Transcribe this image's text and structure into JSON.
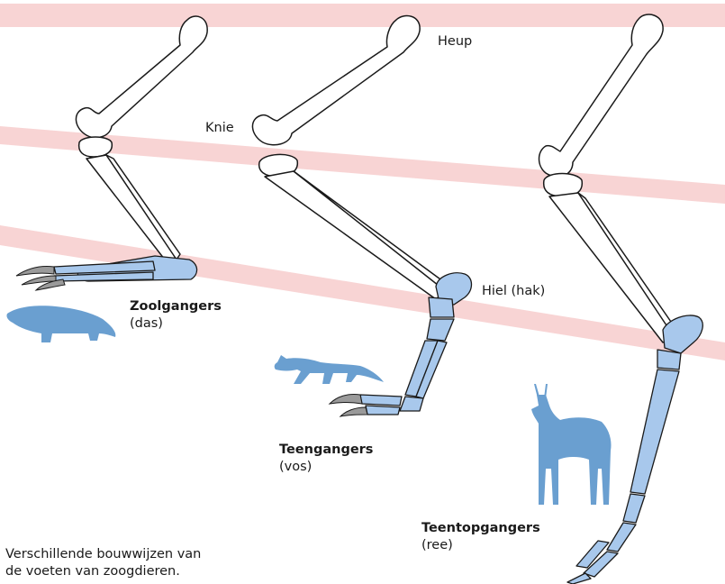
{
  "labels": {
    "heup": "Heup",
    "knie": "Knie",
    "hiel": "Hiel (hak)"
  },
  "groups": {
    "zool": {
      "name": "Zoolgangers",
      "animal": "(das)"
    },
    "teen": {
      "name": "Teengangers",
      "animal": "(vos)"
    },
    "teentop": {
      "name": "Teentopgangers",
      "animal": "(ree)"
    }
  },
  "caption": {
    "line1": "Verschillende bouwwijzen van",
    "line2": "de voeten van zoogdieren."
  },
  "colors": {
    "band": "#f7cccc",
    "foot_bone": "#a8c8ec",
    "silhouette": "#6a9fd0",
    "bone_stroke": "#1a1a1a",
    "claw": "#9a9a9a"
  }
}
